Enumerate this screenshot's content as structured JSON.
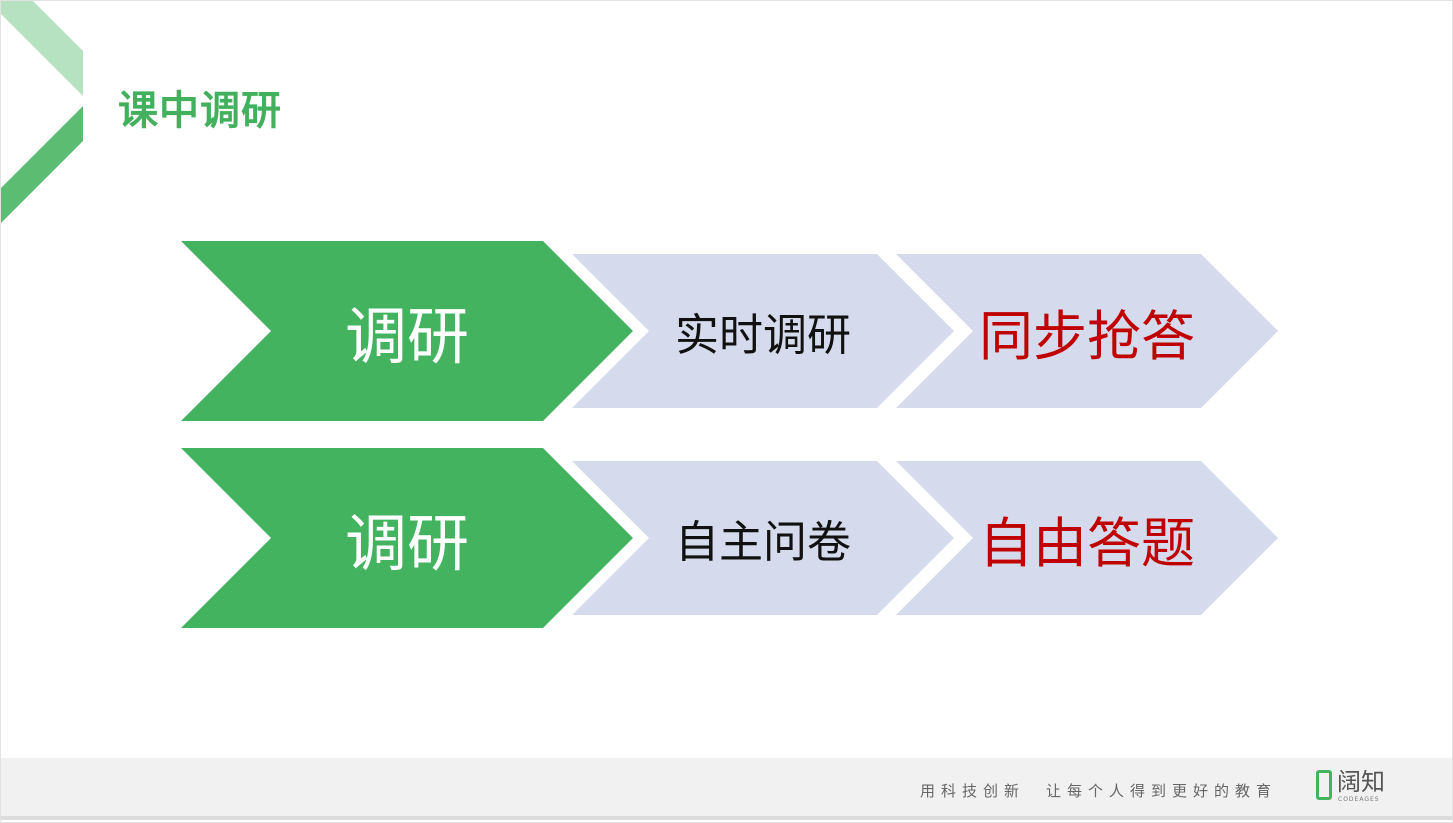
{
  "slide": {
    "title": "课中调研"
  },
  "rows": [
    {
      "main_label": "调研",
      "mode_label": "实时调研",
      "feature_label": "同步抢答"
    },
    {
      "main_label": "调研",
      "mode_label": "自主问卷",
      "feature_label": "自由答题"
    }
  ],
  "footer": {
    "slogan": "用科技创新　让每个人得到更好的教育",
    "brand_name": "阔知",
    "brand_sub": "CODEAGES"
  },
  "colors": {
    "accent_green": "#43b360",
    "chevron_light": "#d5dbec",
    "highlight_red": "#c00000"
  },
  "icons": {
    "corner": "chevron-corner-decoration",
    "brand": "codeages-logo"
  }
}
